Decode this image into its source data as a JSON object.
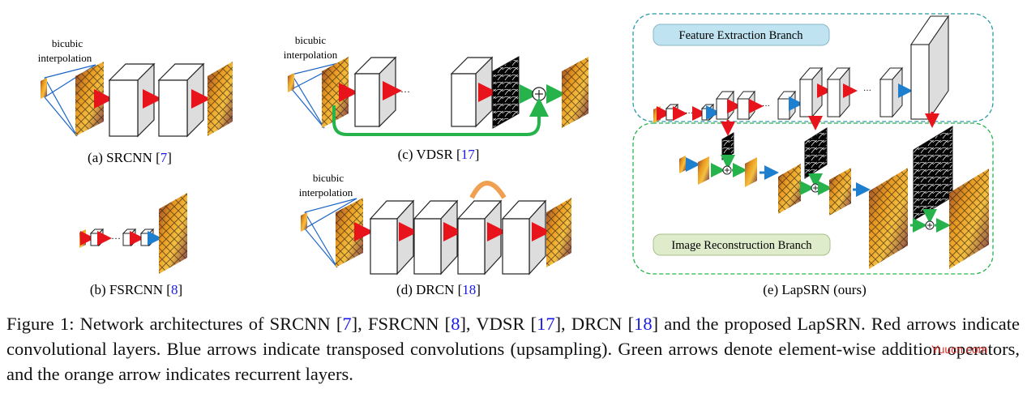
{
  "figure": {
    "labels": {
      "bicubic": "bicubic",
      "interpolation": "interpolation",
      "dots": "···"
    },
    "panels": {
      "a": {
        "prefix": "(a) SRCNN [",
        "ref": "7",
        "suffix": "]"
      },
      "b": {
        "prefix": "(b) FSRCNN [",
        "ref": "8",
        "suffix": "]"
      },
      "c": {
        "prefix": "(c) VDSR [",
        "ref": "17",
        "suffix": "]"
      },
      "d": {
        "prefix": "(d) DRCN [",
        "ref": "18",
        "suffix": "]"
      },
      "e": {
        "caption": "(e) LapSRN (ours)",
        "feature_branch": "Feature Extraction Branch",
        "recon_branch": "Image Reconstruction Branch"
      }
    }
  },
  "caption": {
    "t1": "Figure 1: Network architectures of SRCNN [",
    "r1": "7",
    "t2": "], FSRCNN [",
    "r2": "8",
    "t3": "], VDSR [",
    "r3": "17",
    "t4": "], DRCN [",
    "r4": "18",
    "t5": "] and the proposed LapSRN. Red arrows indicate convolutional layers. Blue arrows indicate transposed convolutions (upsampling). Green arrows denote element-wise addition operators, and the orange arrow indicates recurrent layers."
  },
  "watermark": "Yuucn.com",
  "colors": {
    "red_arrow": "#e8141b",
    "blue_arrow": "#1f7fcf",
    "green_arrow": "#27b34b",
    "orange_arrow": "#f0a050",
    "interp_lines": "#1a64c8",
    "branch_border": "#2a9aa8",
    "feature_label_bg": "#bfe3f0",
    "recon_label_bg": "#dfeccc",
    "ref_blue": "#1a1ae6"
  }
}
